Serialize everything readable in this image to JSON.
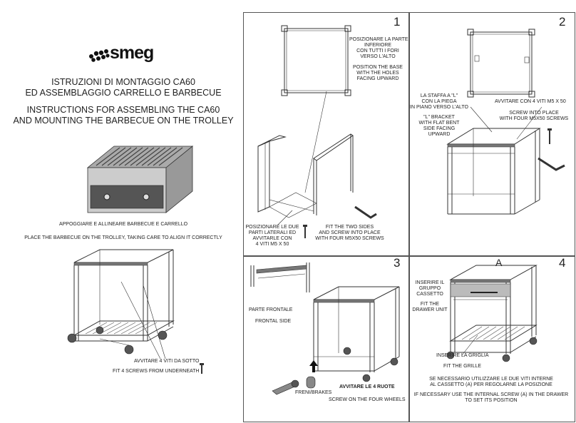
{
  "brand": {
    "name": "smeg"
  },
  "left": {
    "title_it_1": "ISTRUZIONI DI MONTAGGIO CA60",
    "title_it_2": "ED ASSEMBLAGGIO CARRELLO E BARBECUE",
    "title_en_1": "INSTRUCTIONS FOR ASSEMBLING THE CA60",
    "title_en_2": "AND MOUNTING THE BARBECUE ON THE TROLLEY",
    "place_it": "APPOGGIARE E ALLINEARE BARBECUE E CARRELLO",
    "place_en": "PLACE THE BARBECUE ON THE TROLLEY, TAKING CARE TO ALIGN IT CORRECTLY",
    "screws_it": "AVVITARE 4 VITI DA SOTTO",
    "screws_en": "FIT 4 SCREWS FROM UNDERNEATH"
  },
  "step1": {
    "number": "1",
    "base_it_1": "POSIZIONARE LA PARTE",
    "base_it_2": "INFERIORE",
    "base_it_3": "CON TUTTI I FORI",
    "base_it_4": "VERSO L'ALTO",
    "base_en_1": "POSITION THE BASE",
    "base_en_2": "WITH THE HOLES",
    "base_en_3": "FACING UPWARD",
    "sides_it_1": "POSIZIONARE LE DUE",
    "sides_it_2": "PARTI LATERALI ED",
    "sides_it_3": "AVVITARLE CON",
    "sides_it_4": "4 VITI M5 X 50",
    "sides_en_1": "FIT THE TWO SIDES",
    "sides_en_2": "AND SCREW INTO PLACE",
    "sides_en_3": "WITH FOUR M5X50 SCREWS"
  },
  "step2": {
    "number": "2",
    "bracket_it_1": "LA STAFFA A \"L\"",
    "bracket_it_2": "CON LA PIEGA",
    "bracket_it_3": "IN PIANO VERSO L'ALTO",
    "bracket_en_1": "\"L\" BRACKET",
    "bracket_en_2": "WITH FLAT BENT",
    "bracket_en_3": "SIDE FACING",
    "bracket_en_4": "UPWARD",
    "screw_it": "AVVITARE CON 4 VITI M5 X 50",
    "screw_en_1": "SCREW INTO PLACE",
    "screw_en_2": "WITH FOUR M5X50 SCREWS"
  },
  "step3": {
    "number": "3",
    "front_it": "PARTE FRONTALE",
    "front_en": "FRONTAL SIDE",
    "wheels_it": "AVVITARE LE 4 RUOTE",
    "brakes": "FRENI/BRAKES",
    "wheels_en": "SCREW ON THE FOUR WHEELS"
  },
  "step4": {
    "number": "4",
    "marker": "A",
    "drawer_it_1": "INSERIRE IL",
    "drawer_it_2": "GRUPPO",
    "drawer_it_3": "CASSETTO",
    "drawer_en_1": "FIT THE",
    "drawer_en_2": "DRAWER UNIT",
    "grille_it": "INSERIRE LA GRIGLIA",
    "grille_en": "FIT THE GRILLE",
    "note_it_1": "SE NECESSARIO UTILIZZARE LE DUE VITI INTERNE",
    "note_it_2": "AL CASSETTO (A) PER REGOLARNE LA POSIZIONE",
    "note_en_1": "IF NECESSARY USE THE INTERNAL SCREW (A) IN THE DRAWER",
    "note_en_2": "TO SET ITS POSITION"
  }
}
